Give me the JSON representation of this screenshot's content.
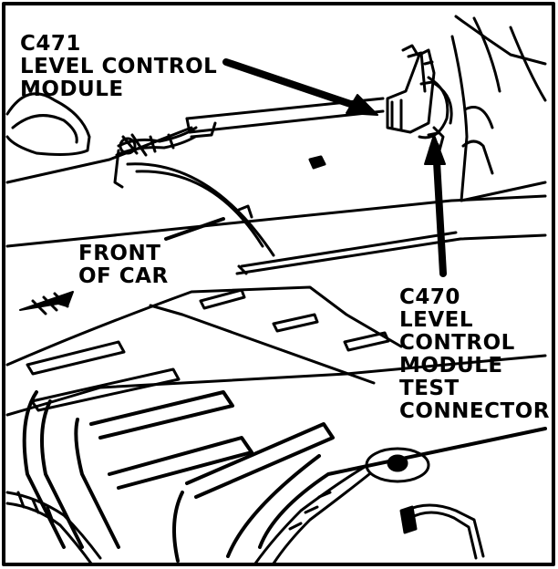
{
  "colors": {
    "ink": "#000000",
    "paper": "#ffffff"
  },
  "labels": {
    "c471": {
      "connector": "C471",
      "line1": "LEVEL CONTROL",
      "line2": "MODULE"
    },
    "front": {
      "line1": "FRONT",
      "line2": "OF CAR"
    },
    "c470": {
      "connector": "C470",
      "line1": "LEVEL",
      "line2": "CONTROL",
      "line3": "MODULE",
      "line4": "TEST",
      "line5": "CONNECTOR"
    }
  },
  "icons": [
    "level-control-module-icon",
    "test-connector-icon",
    "bolt-icon",
    "front-direction-arrow-icon"
  ]
}
